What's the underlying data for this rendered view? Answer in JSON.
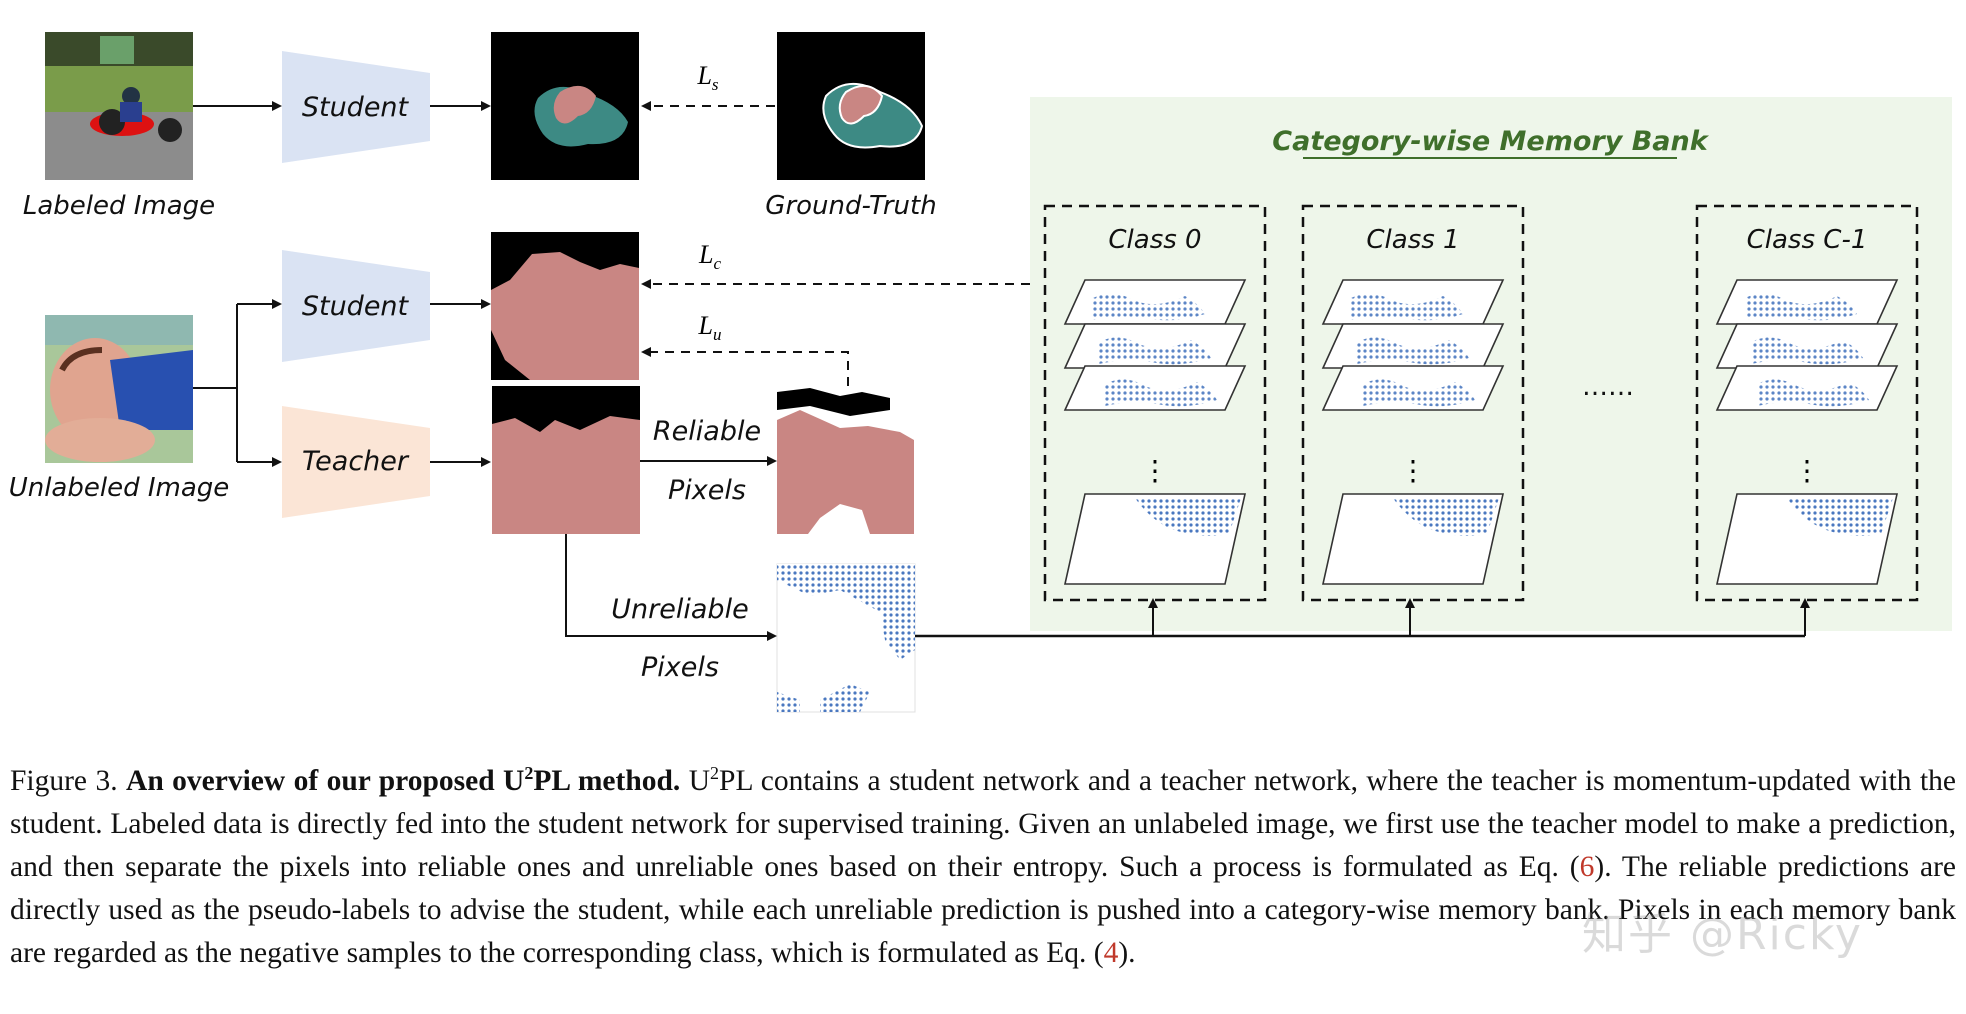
{
  "images": {
    "labeled_caption": "Labeled Image",
    "unlabeled_caption": "Unlabeled Image",
    "ground_truth_caption": "Ground-Truth"
  },
  "networks": {
    "student_top": "Student",
    "student_mid": "Student",
    "teacher": "Teacher"
  },
  "losses": {
    "supervised": "L",
    "supervised_sub": "s",
    "contrastive": "L",
    "contrastive_sub": "c",
    "unsupervised": "L",
    "unsupervised_sub": "u"
  },
  "pixel_labels": {
    "reliable_1": "Reliable",
    "reliable_2": "Pixels",
    "unreliable_1": "Unreliable",
    "unreliable_2": "Pixels"
  },
  "memory_bank": {
    "title": "Category-wise Memory Bank",
    "classes": [
      "Class 0",
      "Class 1",
      "Class C-1"
    ],
    "ellipsis": "……",
    "vdots": "⋮"
  },
  "colors": {
    "student_fill": "#dae3f3",
    "teacher_fill": "#fbe5d6",
    "bank_bg": "#eef6ea",
    "bank_title": "#3f6f2b",
    "mask_pink": "#c98683",
    "mask_teal": "#3d8a84",
    "pixel_blue": "#4a78c0"
  },
  "caption": {
    "fig": "Figure 3.",
    "title_a": "An overview of our proposed U",
    "title_sup": "2",
    "title_b": "PL method.",
    "body_a": "U",
    "body_sup": "2",
    "body_b": "PL contains a student network and a teacher network, where the teacher is momentum-updated with the student. Labeled data is directly fed into the student network for supervised training. Given an unlabeled image, we first use the teacher model to make a prediction, and then separate the pixels into reliable ones and unreliable ones based on their entropy. Such a process is formulated as Eq. (",
    "ref1": "6",
    "body_c": "). The reliable predictions are directly used as the pseudo-labels to advise the student, while each unreliable prediction is pushed into a category-wise memory bank. Pixels in each memory bank are regarded as the negative samples to the corresponding class, which is formulated as Eq. (",
    "ref2": "4",
    "body_d": ")."
  },
  "watermark": "知乎 @Ricky"
}
